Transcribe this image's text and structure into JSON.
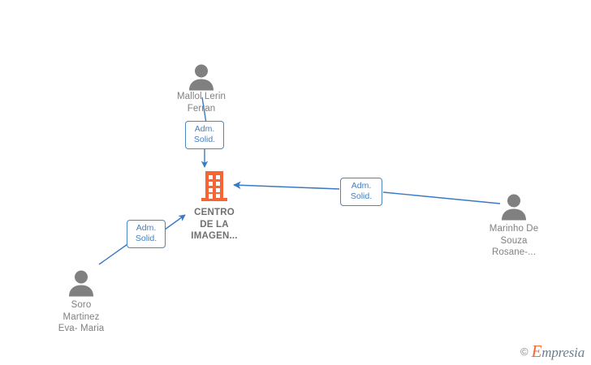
{
  "diagram": {
    "type": "corporate-relationship-graph",
    "background_color": "#ffffff",
    "edge_color": "#4a86c8",
    "person_icon_color": "#808080",
    "company_icon_color": "#fa6432",
    "label_text_color": "#808080",
    "edge_label_text_color": "#3f7fc4",
    "nodes": [
      {
        "id": "person-top",
        "kind": "person",
        "icon": "person-icon",
        "label": "Mallol Lerin\nFerran"
      },
      {
        "id": "company-center",
        "kind": "company",
        "icon": "building-icon",
        "label": "CENTRO\nDE LA\nIMAGEN..."
      },
      {
        "id": "person-right",
        "kind": "person",
        "icon": "person-icon",
        "label": "Marinho De\nSouza\nRosane-..."
      },
      {
        "id": "person-left",
        "kind": "person",
        "icon": "person-icon",
        "label": "Soro\nMartinez\nEva- Maria"
      }
    ],
    "edges": [
      {
        "id": "edge-top",
        "from": "person-top",
        "to": "company-center",
        "label": "Adm.\nSolid.",
        "direction": "down"
      },
      {
        "id": "edge-right",
        "from": "person-right",
        "to": "company-center",
        "label": "Adm.\nSolid.",
        "direction": "left"
      },
      {
        "id": "edge-left",
        "from": "person-left",
        "to": "company-center",
        "label": "Adm.\nSolid.",
        "direction": "up-right"
      }
    ]
  },
  "watermark": {
    "copyright": "©",
    "brand_initial": "E",
    "brand_rest": "mpresia"
  }
}
